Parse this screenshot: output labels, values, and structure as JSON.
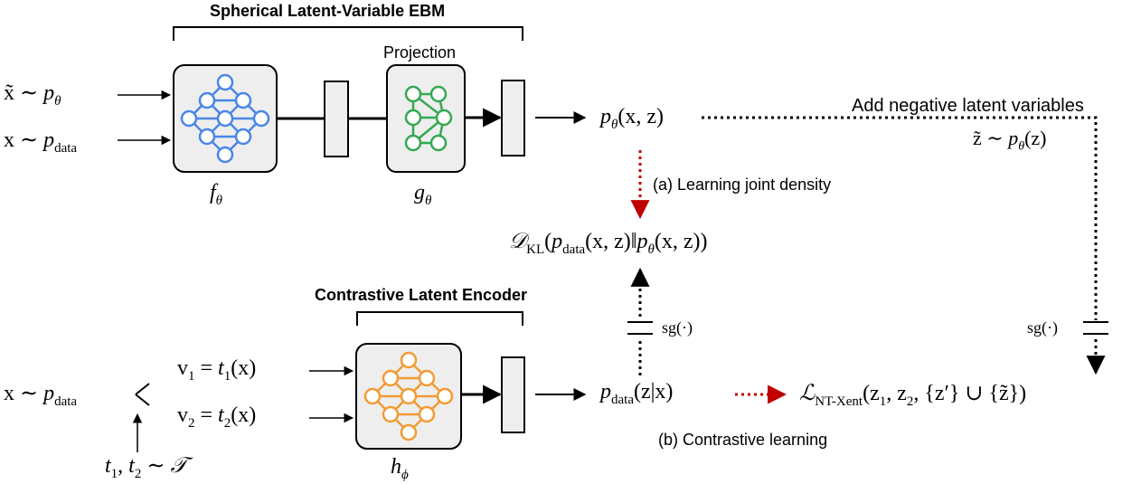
{
  "colors": {
    "box_fill": "#eeeeee",
    "box_stroke": "#000000",
    "net_f": "#4a86e8",
    "net_g": "#34a853",
    "net_h": "#f39b35",
    "red_arrow": "#c00000"
  },
  "icons": {
    "f_network": "neural-network-icon",
    "g_network": "neural-network-icon",
    "h_network": "neural-network-icon"
  },
  "ebm": {
    "title": "Spherical Latent-Variable EBM",
    "projection_label": "Projection",
    "input_neg": "x̃ ∼ p_θ",
    "input_data": "x ∼ p_data",
    "f_label": "f_θ",
    "g_label": "g_θ",
    "joint_density": "p_θ(x, z)"
  },
  "top_right": {
    "add_negatives": "Add negative latent variables",
    "neg_latent": "z̃ ∼ p_θ(z)",
    "sg": "sg(·)"
  },
  "middle": {
    "step_a": "(a) Learning joint density",
    "kl": "D_KL(p_data(x, z)‖p_θ(x, z))",
    "sg": "sg(·)"
  },
  "encoder": {
    "title": "Contrastive Latent Encoder",
    "x_input": "x ∼ p_data",
    "v1": "v₁ = t₁(x)",
    "v2": "v₂ = t₂(x)",
    "transforms": "t₁, t₂ ∼ 𝒯",
    "h_label": "h_ϕ",
    "posterior": "p_data(z|x)",
    "loss": "ℒ_NT-Xent(z₁, z₂, {z′} ∪ {z̃})",
    "step_b": "(b) Contrastive learning"
  }
}
